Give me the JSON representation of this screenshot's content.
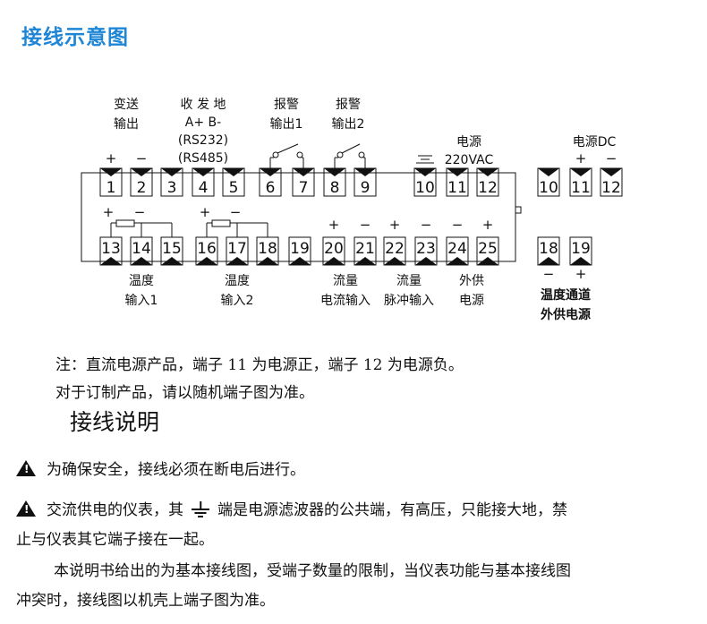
{
  "title": "接线示意图",
  "top_labels": [
    {
      "id": "transmit",
      "lines": [
        "变送",
        "输出"
      ]
    },
    {
      "id": "comm",
      "lines": [
        "收  发  地",
        "A+  B-",
        "(RS232)",
        "(RS485)"
      ]
    },
    {
      "id": "alarm1",
      "lines": [
        "报警",
        "输出1"
      ]
    },
    {
      "id": "alarm2",
      "lines": [
        "报警",
        "输出2"
      ]
    },
    {
      "id": "power-ac",
      "lines": [
        "电源",
        "220VAC"
      ]
    },
    {
      "id": "power-dc",
      "lines": [
        "电源DC"
      ]
    }
  ],
  "top_terminals": [
    "1",
    "2",
    "3",
    "4",
    "5",
    "6",
    "7",
    "8",
    "9",
    "10",
    "11",
    "12"
  ],
  "bottom_terminals": [
    "13",
    "14",
    "15",
    "16",
    "17",
    "18",
    "19",
    "20",
    "21",
    "22",
    "23",
    "24",
    "25"
  ],
  "right_top_terminals": [
    "10",
    "11",
    "12"
  ],
  "right_bottom_terminals": [
    "18",
    "19"
  ],
  "signs": {
    "t1": "+",
    "t2": "−",
    "t13": "+",
    "t14": "−",
    "t16": "+",
    "t17": "−",
    "t20": "+",
    "t21": "−",
    "t22": "+",
    "t23": "−",
    "t24": "−",
    "t25": "+",
    "dc11": "+",
    "dc12": "−",
    "r18": "−",
    "r19": "+"
  },
  "bottom_labels": [
    {
      "id": "temp-in-1",
      "lines": [
        "温度",
        "输入1"
      ]
    },
    {
      "id": "temp-in-2",
      "lines": [
        "温度",
        "输入2"
      ]
    },
    {
      "id": "flow-current",
      "lines": [
        "流量",
        "电流输入"
      ]
    },
    {
      "id": "flow-pulse",
      "lines": [
        "流量",
        "脉冲输入"
      ]
    },
    {
      "id": "ext-power",
      "lines": [
        "外供",
        "电源"
      ]
    },
    {
      "id": "temp-channel-power",
      "lines": [
        "温度通道",
        "外供电源"
      ]
    }
  ],
  "notes": {
    "line1": "注：直流电源产品，端子 11 为电源正，端子 12 为电源负。",
    "line2": "对于订制产品，请以随机端子图为准。"
  },
  "section_title": "接线说明",
  "warnings": {
    "w1": "为确保安全，接线必须在断电后进行。",
    "w2_before": "交流供电的仪表，其",
    "w2_after": "端是电源滤波器的公共端，有高压，只能接大地，禁",
    "w2_line2": "止与仪表其它端子接在一起。"
  },
  "paragraph": {
    "line1": "本说明书给出的为基本接线图，受端子数量的限制，当仪表功能与基本接线图",
    "line2": "冲突时，接线图以机壳上端子图为准。"
  }
}
